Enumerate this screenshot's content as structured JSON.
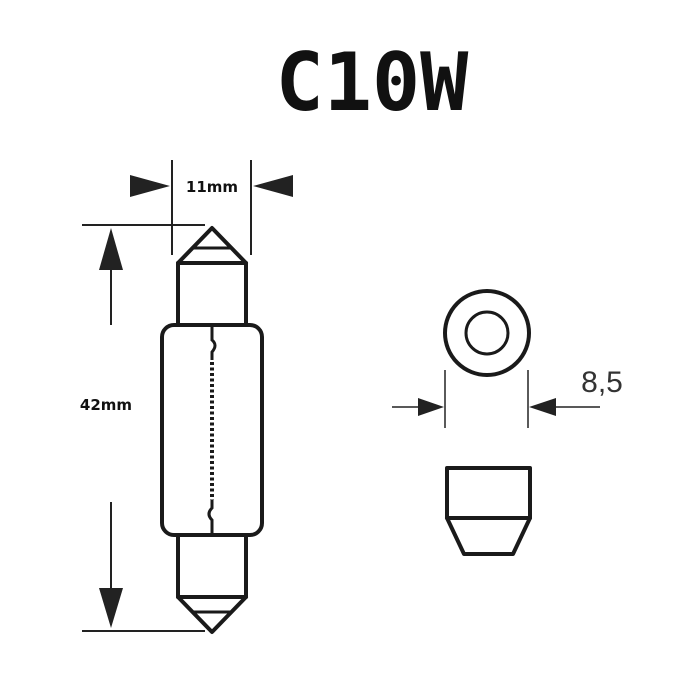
{
  "title": "C10W",
  "dimensions": {
    "width_label": "11mm",
    "length_label": "42mm",
    "cap_diameter_label": "8,5"
  },
  "colors": {
    "ink": "#1a1a1a",
    "arrow": "#222222",
    "background": "#ffffff"
  }
}
